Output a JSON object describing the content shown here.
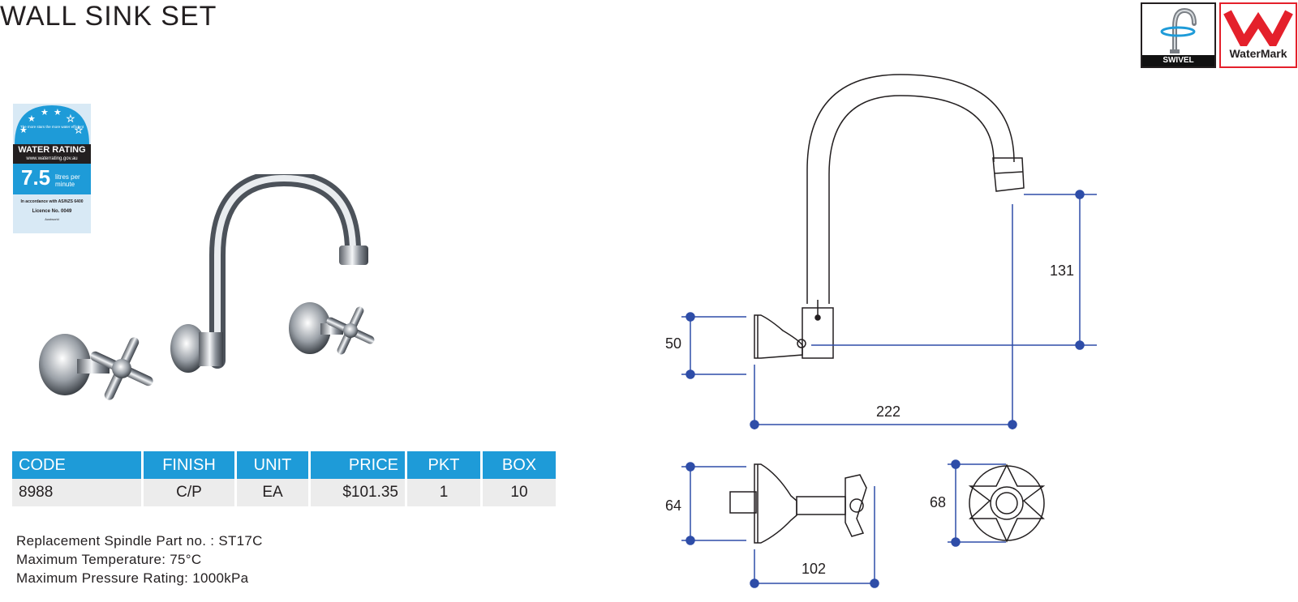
{
  "title": "WALL SINK SET",
  "badges": {
    "swivel_label": "SWIVEL",
    "watermark_label": "WaterMark"
  },
  "water_rating": {
    "star_text": "The more stars the more water efficient",
    "heading": "WATER RATING",
    "url": "www.waterrating.gov.au",
    "value": "7.5",
    "unit": "litres per minute",
    "standard": "In accordance with AS/NZS 6400",
    "licence": "Licence No. 0049",
    "company": "Austworld"
  },
  "table": {
    "headers": [
      "CODE",
      "FINISH",
      "UNIT",
      "PRICE",
      "PKT",
      "BOX"
    ],
    "row": [
      "8988",
      "C/P",
      "EA",
      "$101.35",
      "1",
      "10"
    ]
  },
  "notes": [
    "Replacement Spindle Part no.  : ST17C",
    "Maximum Temperature: 75°C",
    "Maximum Pressure Rating: 1000kPa"
  ],
  "dimensions": {
    "height_spout": "131",
    "flange_height": "50",
    "reach": "222",
    "tap_flange": "64",
    "tap_depth": "102",
    "handle_diameter": "68"
  },
  "colors": {
    "accent_blue": "#1e9bd8",
    "dimension_blue": "#2e4da8",
    "watermark_red": "#e4202b"
  }
}
